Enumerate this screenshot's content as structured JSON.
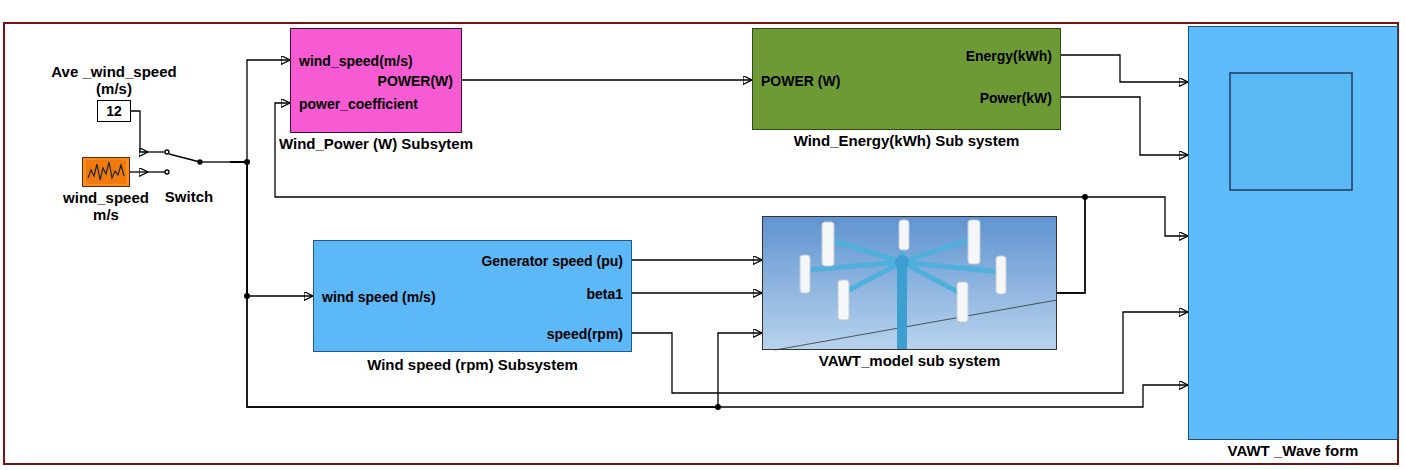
{
  "diagram": {
    "nodes": [
      {
        "text": [
          "Ave _wind_speed (m/s)",
          "12"
        ]
      },
      {
        "text": [
          "wind_speed m/s"
        ]
      },
      {
        "text": [
          "Switch"
        ]
      },
      {
        "text": [
          "wind_speed(m/s)",
          "power_coefficient",
          "POWER(W)",
          "Wind_Power (W) Subsytem"
        ]
      },
      {
        "text": [
          "POWER (W)",
          "Energy(kWh)",
          "Power(kW)",
          "Wind_Energy(kWh) Sub system"
        ]
      },
      {
        "text": [
          "wind speed (m/s)",
          "Generator speed (pu)",
          "beta1",
          "speed(rpm)",
          "Wind speed (rpm) Subsystem"
        ]
      },
      {
        "text": [
          "VAWT_model sub system"
        ]
      },
      {
        "text": [
          "VAWT _Wave form"
        ]
      }
    ],
    "edges": [
      {
        "from": 0,
        "to": 2,
        "arrow": "to"
      },
      {
        "from": 1,
        "to": 2,
        "arrow": "to"
      },
      {
        "from": 2,
        "to": 3,
        "arrow": "to"
      },
      {
        "from": 2,
        "to": 5,
        "arrow": "to"
      },
      {
        "from": 2,
        "to": 6,
        "arrow": "to"
      },
      {
        "from": 2,
        "to": 7,
        "arrow": "to"
      },
      {
        "from": 3,
        "to": 4,
        "arrow": "to"
      },
      {
        "from": 4,
        "to": 7,
        "arrow": "to"
      },
      {
        "from": 4,
        "to": 7,
        "arrow": "to"
      },
      {
        "from": 5,
        "to": 6,
        "arrow": "to"
      },
      {
        "from": 5,
        "to": 6,
        "arrow": "to"
      },
      {
        "from": 5,
        "to": 7,
        "arrow": "to"
      },
      {
        "from": 6,
        "to": 3,
        "arrow": "to"
      },
      {
        "from": 6,
        "to": 7,
        "arrow": "to"
      }
    ]
  }
}
